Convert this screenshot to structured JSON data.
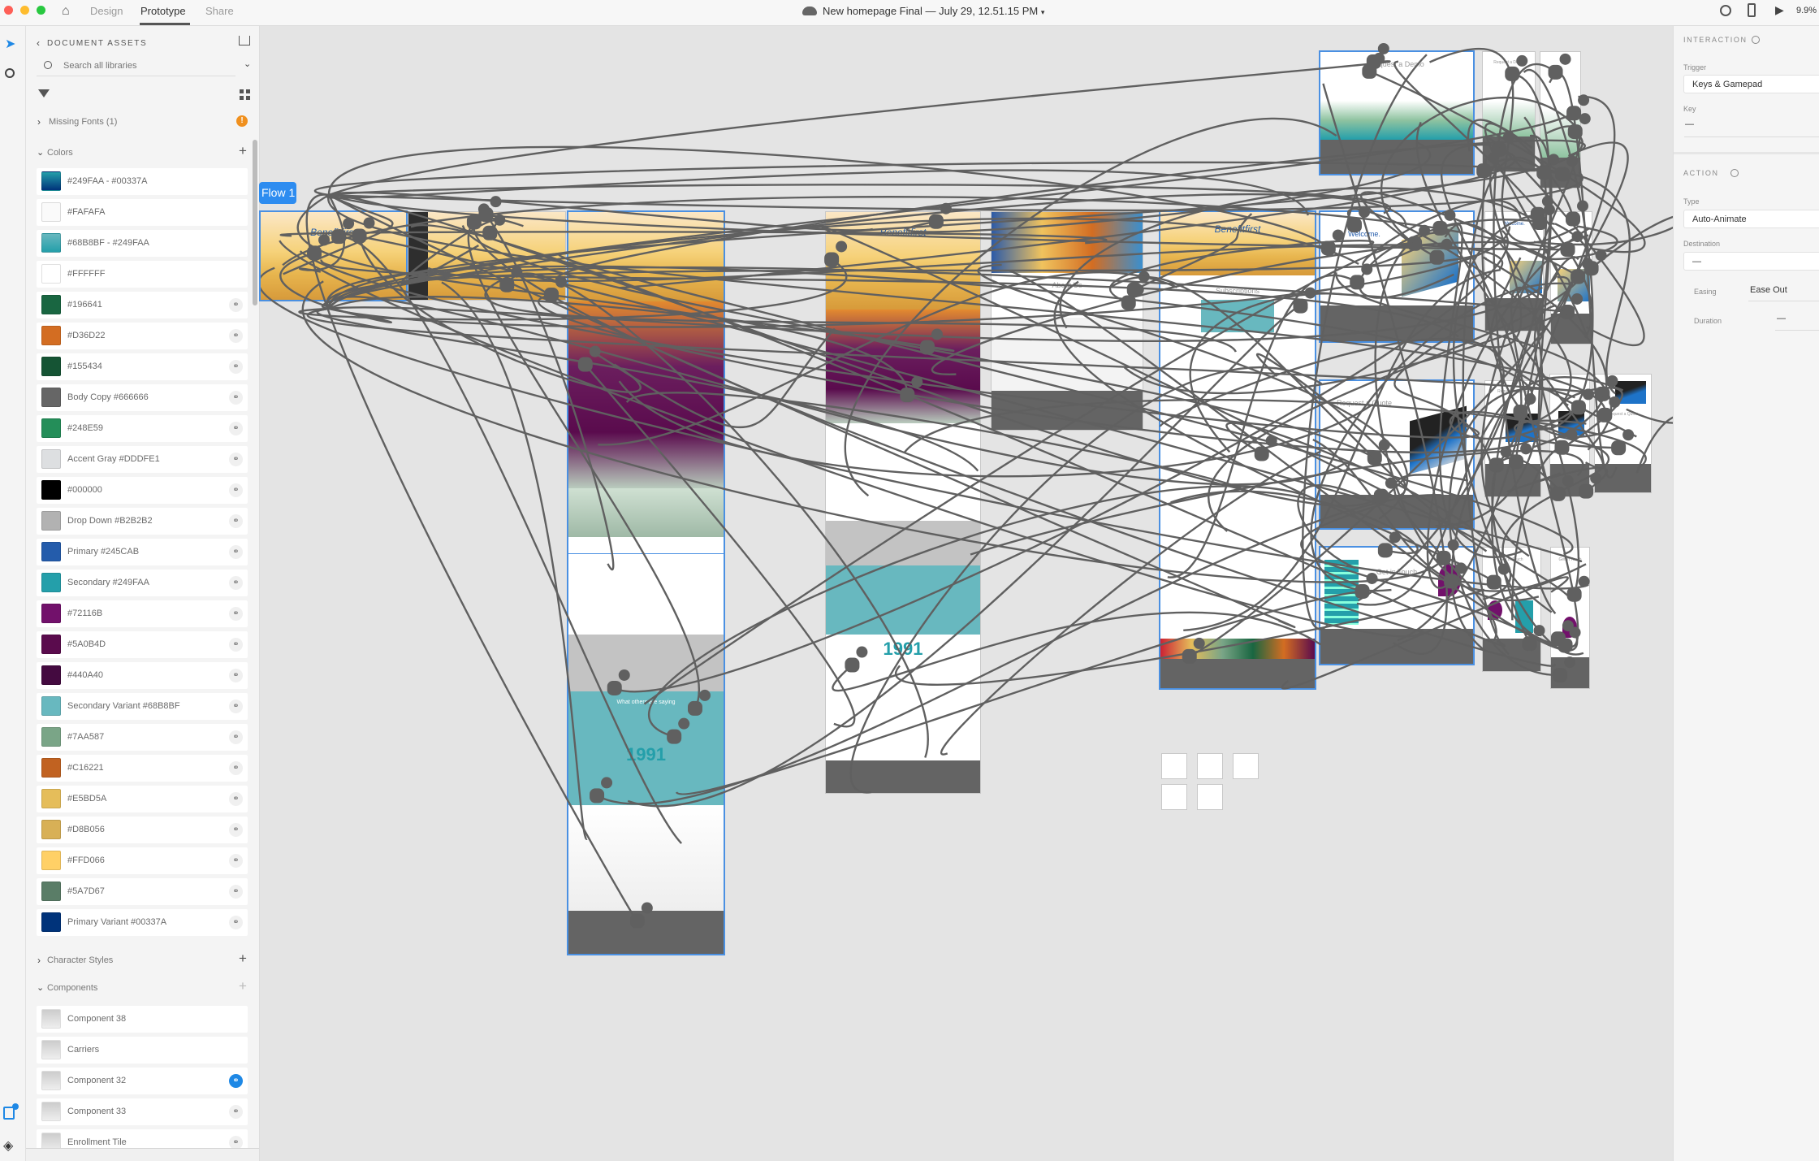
{
  "topbar": {
    "tabs": [
      "Design",
      "Prototype",
      "Share"
    ],
    "active_tab": "Prototype",
    "document_title": "New homepage Final — July 29, 12.51.15 PM",
    "zoom": "9.9%"
  },
  "assets": {
    "heading": "DOCUMENT ASSETS",
    "search_placeholder": "Search all libraries",
    "missing_fonts": "Missing Fonts (1)",
    "colors_label": "Colors",
    "colors": [
      {
        "label": "#249FAA - #00337A",
        "color": "linear-gradient(#249FAA,#00337A)",
        "linked": false
      },
      {
        "label": "#FAFAFA",
        "color": "#FAFAFA",
        "linked": false
      },
      {
        "label": "#68B8BF - #249FAA",
        "color": "linear-gradient(#68B8BF,#249FAA)",
        "linked": false
      },
      {
        "label": "#FFFFFF",
        "color": "#FFFFFF",
        "linked": false
      },
      {
        "label": "#196641",
        "color": "#196641",
        "linked": true
      },
      {
        "label": "#D36D22",
        "color": "#D36D22",
        "linked": true
      },
      {
        "label": "#155434",
        "color": "#155434",
        "linked": true
      },
      {
        "label": "Body Copy #666666",
        "color": "#666666",
        "linked": true
      },
      {
        "label": "#248E59",
        "color": "#248E59",
        "linked": true
      },
      {
        "label": "Accent Gray #DDDFE1",
        "color": "#DDDFE1",
        "linked": true
      },
      {
        "label": "#000000",
        "color": "#000000",
        "linked": true
      },
      {
        "label": "Drop Down #B2B2B2",
        "color": "#B2B2B2",
        "linked": true
      },
      {
        "label": "Primary #245CAB",
        "color": "#245CAB",
        "linked": true
      },
      {
        "label": "Secondary #249FAA",
        "color": "#249FAA",
        "linked": true
      },
      {
        "label": "#72116B",
        "color": "#72116B",
        "linked": true
      },
      {
        "label": "#5A0B4D",
        "color": "#5A0B4D",
        "linked": true
      },
      {
        "label": "#440A40",
        "color": "#440A40",
        "linked": true
      },
      {
        "label": "Secondary Variant #68B8BF",
        "color": "#68B8BF",
        "linked": true
      },
      {
        "label": "#7AA587",
        "color": "#7AA587",
        "linked": true
      },
      {
        "label": "#C16221",
        "color": "#C16221",
        "linked": true
      },
      {
        "label": "#E5BD5A",
        "color": "#E5BD5A",
        "linked": true
      },
      {
        "label": "#D8B056",
        "color": "#D8B056",
        "linked": true
      },
      {
        "label": "#FFD066",
        "color": "#FFD066",
        "linked": true
      },
      {
        "label": "#5A7D67",
        "color": "#5A7D67",
        "linked": true
      },
      {
        "label": "Primary Variant #00337A",
        "color": "#00337A",
        "linked": true
      }
    ],
    "character_styles_label": "Character Styles",
    "components_label": "Components",
    "components": [
      {
        "label": "Component 38",
        "linked": false,
        "active": false
      },
      {
        "label": "Carriers",
        "linked": false,
        "active": false
      },
      {
        "label": "Component 32",
        "linked": true,
        "active": true
      },
      {
        "label": "Component 33",
        "linked": true,
        "active": false
      },
      {
        "label": "Enrollment Tile",
        "linked": true,
        "active": false
      }
    ]
  },
  "canvas": {
    "flow_label": "Flow 1",
    "artboards": {
      "brand": "Benefitfirst",
      "request_demo": "Request a Demo",
      "welcome": "Welcome.",
      "request_quote": "Request a Quote",
      "get_in_touch": "Get in Touch",
      "about_us": "About Us",
      "subscriptions": "Subscriptions",
      "year": "1991",
      "testimonials": "What others are saying"
    }
  },
  "interaction": {
    "section": "INTERACTION",
    "trigger_label": "Trigger",
    "trigger_value": "Keys & Gamepad",
    "key_label": "Key",
    "key_value": "—",
    "action_section": "ACTION",
    "type_label": "Type",
    "type_value": "Auto-Animate",
    "destination_label": "Destination",
    "destination_value": "—",
    "easing_label": "Easing",
    "easing_value": "Ease Out",
    "duration_label": "Duration",
    "duration_value": "—"
  },
  "colors": {
    "accent": "#2D8CF0",
    "wire": "#606060",
    "warning": "#F0901E"
  }
}
